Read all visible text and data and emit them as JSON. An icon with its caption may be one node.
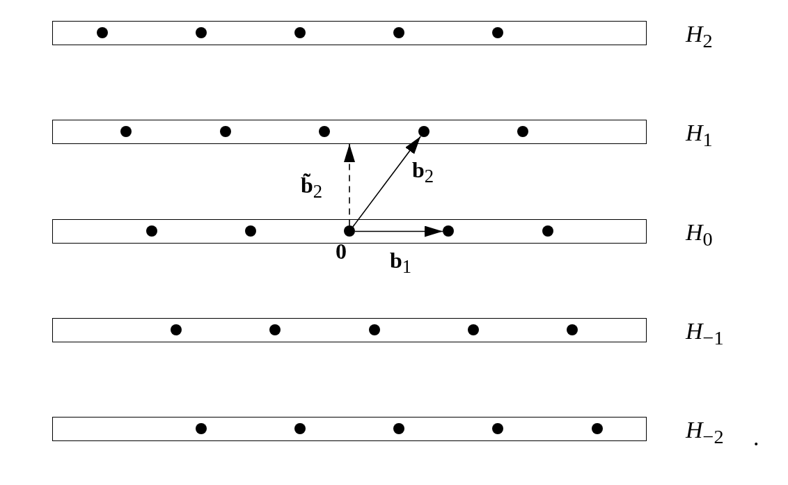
{
  "diagram": {
    "nodes": [
      {
        "text": [],
        "shape": "bar",
        "beside": [
          "*H*$_{2}$"
        ]
      },
      {
        "text": [],
        "shape": "circle",
        "in": 0
      },
      {
        "text": [],
        "shape": "circle",
        "in": 0
      },
      {
        "text": [],
        "shape": "circle",
        "in": 0
      },
      {
        "text": [],
        "shape": "circle",
        "in": 0
      },
      {
        "text": [],
        "shape": "circle",
        "in": 0
      },
      {
        "text": [],
        "shape": "bar",
        "beside": [
          "*H*$_{1}$"
        ]
      },
      {
        "text": [],
        "shape": "circle",
        "in": 6
      },
      {
        "text": [],
        "shape": "circle",
        "in": 6
      },
      {
        "text": [],
        "shape": "circle",
        "in": 6
      },
      {
        "text": [],
        "shape": "circle",
        "in": 6
      },
      {
        "text": [],
        "shape": "circle",
        "in": 6
      },
      {
        "text": [],
        "shape": "bar",
        "beside": [
          "*H*$_{0}$"
        ]
      },
      {
        "text": [],
        "shape": "circle",
        "in": 12
      },
      {
        "text": [],
        "shape": "circle",
        "in": 12
      },
      {
        "text": [],
        "shape": "circle",
        "in": 12,
        "beside": [
          "0"
        ]
      },
      {
        "text": [],
        "shape": "circle",
        "in": 12
      },
      {
        "text": [],
        "shape": "circle",
        "in": 12
      },
      {
        "text": [],
        "shape": "bar",
        "beside": [
          "*H*$_{−1}$"
        ]
      },
      {
        "text": [],
        "shape": "circle",
        "in": 18
      },
      {
        "text": [],
        "shape": "circle",
        "in": 18
      },
      {
        "text": [],
        "shape": "circle",
        "in": 18
      },
      {
        "text": [],
        "shape": "circle",
        "in": 18
      },
      {
        "text": [],
        "shape": "circle",
        "in": 18
      },
      {
        "text": [],
        "shape": "bar",
        "beside": [
          "*H*$_{−2}$"
        ]
      },
      {
        "text": [],
        "shape": "circle",
        "in": 24
      },
      {
        "text": [],
        "shape": "circle",
        "in": 24
      },
      {
        "text": [],
        "shape": "circle",
        "in": 24
      },
      {
        "text": [],
        "shape": "circle",
        "in": 24
      },
      {
        "text": [],
        "shape": "circle",
        "in": 24
      }
    ],
    "edges": [
      {
        "from": 15,
        "to": 16,
        "arrow": "to",
        "label": "**b**$_{1}$"
      },
      {
        "from": 15,
        "to": 10,
        "arrow": "to",
        "label": "**b**$_{2}$"
      },
      {
        "from": 15,
        "to": 6,
        "arrow": "to",
        "style": "dashed",
        "label": "**b̃**$_{2}$"
      }
    ],
    "labels": [
      "."
    ]
  }
}
